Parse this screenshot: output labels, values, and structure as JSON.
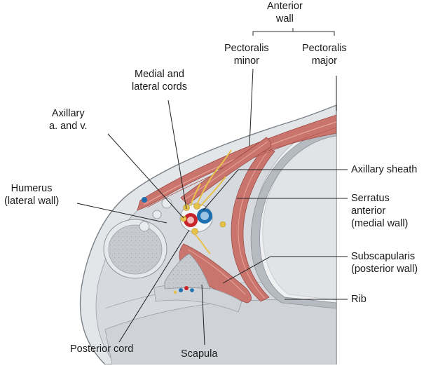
{
  "labels": {
    "anterior_wall": [
      "Anterior",
      "wall"
    ],
    "pectoralis_minor": [
      "Pectoralis",
      "minor"
    ],
    "pectoralis_major": [
      "Pectoralis",
      "major"
    ],
    "medial_lateral_cords": [
      "Medial and",
      "lateral cords"
    ],
    "axillary_av": [
      "Axillary",
      "a. and v."
    ],
    "humerus": [
      "Humerus",
      "(lateral wall)"
    ],
    "axillary_sheath": [
      "Axillary sheath"
    ],
    "serratus_anterior": [
      "Serratus",
      "anterior",
      "(medial wall)"
    ],
    "subscapularis": [
      "Subscapularis",
      "(posterior wall)"
    ],
    "rib": [
      "Rib"
    ],
    "posterior_cord": [
      "Posterior cord"
    ],
    "scapula": [
      "Scapula"
    ]
  },
  "colors": {
    "muscle": "#c9746c",
    "muscle_dark": "#a9524b",
    "muscle_light": "#e8b0a6",
    "tissue": "#d4d8dc",
    "tissue_light": "#e6e9ec",
    "skin_outline": "#7d8288",
    "bone": "#c9cdd1",
    "nerve": "#e7c24a",
    "artery": "#c8242b",
    "vein": "#1d6fb0",
    "leader": "#222222"
  }
}
